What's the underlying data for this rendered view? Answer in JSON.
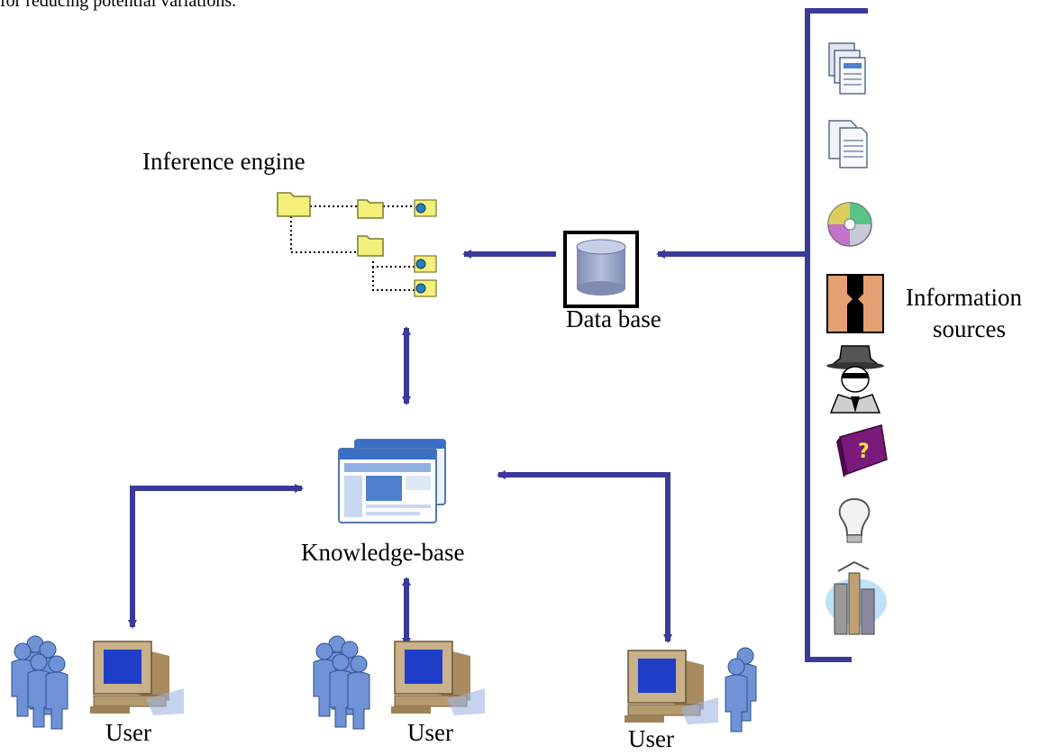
{
  "intro_text": "for reducing potential variations.",
  "labels": {
    "inference_engine": "Inference engine",
    "data_base": "Data base",
    "knowledge_base": "Knowledge-base",
    "information_sources_line1": "Information",
    "information_sources_line2": "sources",
    "user_left": "User",
    "user_middle": "User",
    "user_right": "User"
  },
  "colors": {
    "arrow": "#3a3a9a",
    "folder": "#f2f07a",
    "database_cylinder": "#9aa6c8",
    "monitor_body": "#c9b18a",
    "monitor_screen": "#1f3fc9",
    "people": "#6f93d6"
  },
  "icons": {
    "inference_tree": "folder-tree-icon",
    "database": "database-icon",
    "knowledge_base": "browser-window-icon",
    "sources": [
      "documents-stack-icon",
      "document-icon",
      "cd-disc-icon",
      "faces-icon",
      "detective-icon",
      "help-book-icon",
      "lightbulb-icon",
      "city-buildings-icon"
    ],
    "users": [
      "group-icon",
      "computer-icon",
      "person-icon"
    ]
  }
}
